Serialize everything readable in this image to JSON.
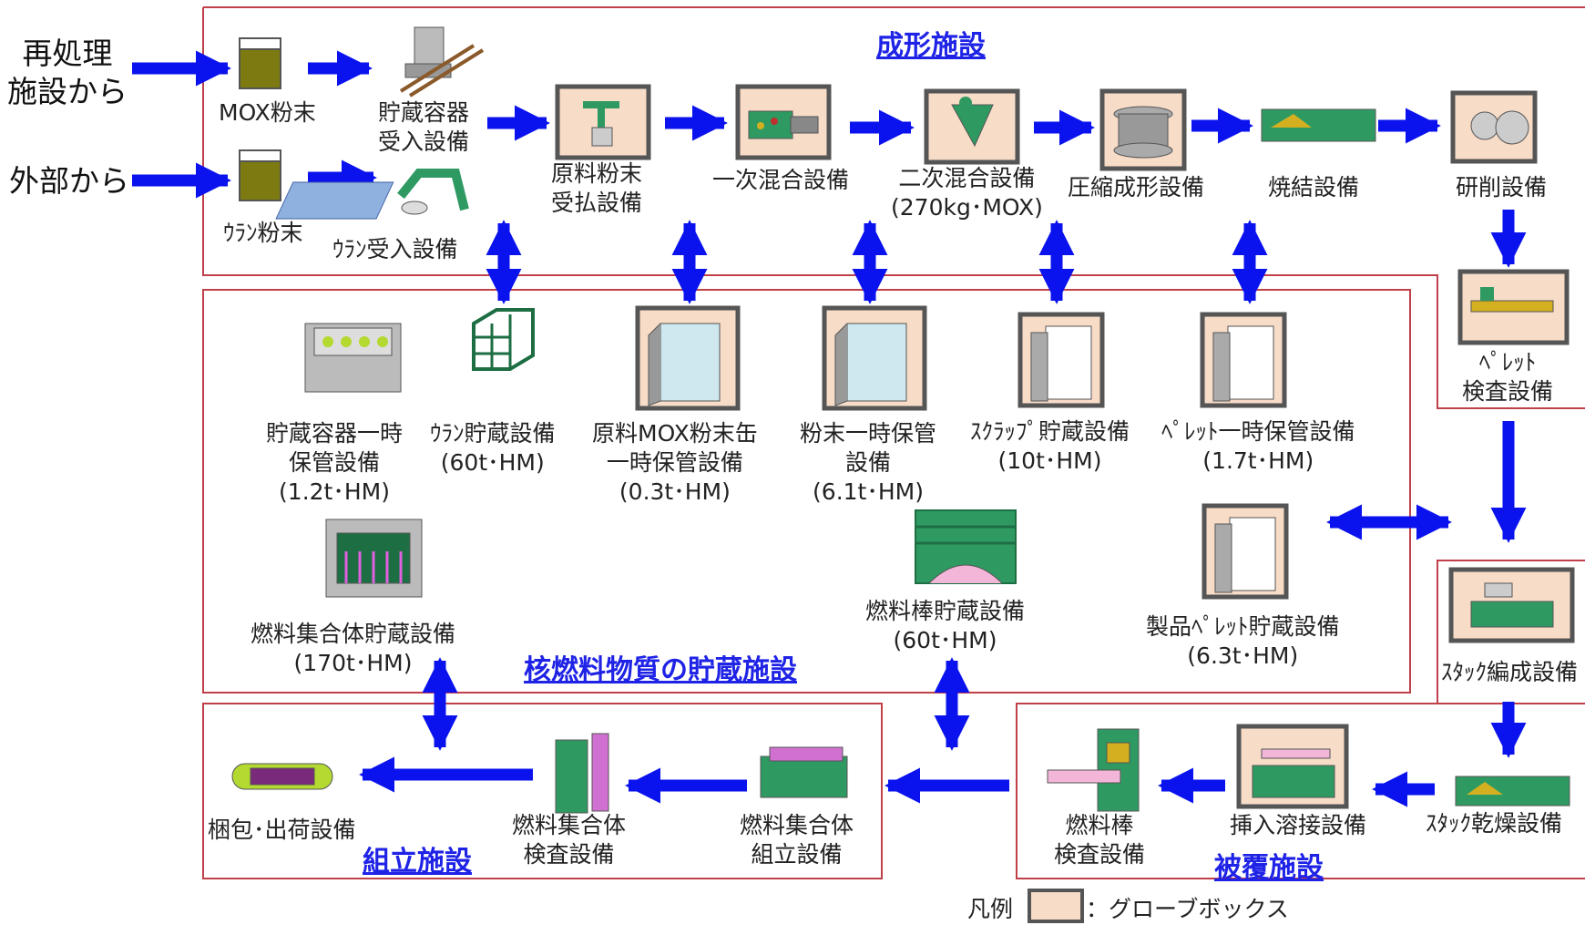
{
  "sources": {
    "reprocessing": "再処理\n施設から",
    "external": "外部から"
  },
  "sections": {
    "forming": "成形施設",
    "storage": "核燃料物質の貯蔵施設",
    "assembly": "組立施設",
    "cladding": "被覆施設"
  },
  "forming": {
    "mox_powder": "MOX粉末",
    "uranium_powder": "ｳﾗﾝ粉末",
    "container_receiving": "貯蔵容器\n受入設備",
    "uranium_receiving": "ｳﾗﾝ受入設備",
    "raw_powder": "原料粉末\n受払設備",
    "primary_mixing": "一次混合設備",
    "secondary_mixing": "二次混合設備\n(270kg･MOX)",
    "compression": "圧縮成形設備",
    "sintering": "焼結設備",
    "grinding": "研削設備",
    "pellet_inspection": "ﾍﾟﾚｯﾄ\n検査設備"
  },
  "storage": {
    "container_temp": "貯蔵容器一時\n保管設備\n(1.2t･HM)",
    "uranium_storage": "ｳﾗﾝ貯蔵設備\n(60t･HM)",
    "mox_can_temp": "原料MOX粉末缶\n一時保管設備\n(0.3t･HM)",
    "powder_temp": "粉末一時保管\n設備\n(6.1t･HM)",
    "scrap_storage": "ｽｸﾗｯﾌﾟ貯蔵設備\n(10t･HM)",
    "pellet_temp": "ﾍﾟﾚｯﾄ一時保管設備\n(1.7t･HM)",
    "assembly_storage": "燃料集合体貯蔵設備\n(170t･HM)",
    "rod_storage": "燃料棒貯蔵設備\n(60t･HM)",
    "product_pellet_storage": "製品ﾍﾟﾚｯﾄ貯蔵設備\n(6.3t･HM)"
  },
  "cladding": {
    "stack_forming": "ｽﾀｯｸ編成設備",
    "stack_drying": "ｽﾀｯｸ乾燥設備",
    "insertion_welding": "挿入溶接設備",
    "rod_inspection": "燃料棒\n検査設備"
  },
  "assembly": {
    "assembly_build": "燃料集合体\n組立設備",
    "assembly_inspection": "燃料集合体\n検査設備",
    "packing_shipping": "梱包･出荷設備"
  },
  "legend": {
    "title": "凡例",
    "text": "：グローブボックス"
  },
  "colors": {
    "arrow": "#0a12ee",
    "frame": "#c0404a",
    "glovebox": "#f7dcc8",
    "equipment": "#2e9a62",
    "section_title": "#1f23e6"
  }
}
